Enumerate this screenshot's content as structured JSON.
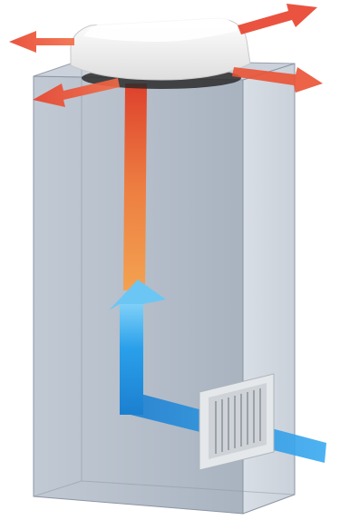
{
  "figure": {
    "subject": "enclosure-roof-fan-ventilation",
    "components": [
      "cabinet",
      "roof-fan",
      "filter-grille"
    ],
    "flows": {
      "intake": {
        "color": "#1e88d8",
        "color_light": "#7fd0f8",
        "meaning": "cool-air-in"
      },
      "exhaust": {
        "color": "#e8402a",
        "color_light": "#f6a04a",
        "meaning": "warm-air-out"
      }
    },
    "colors": {
      "cabinet_front": "#a9b4c2",
      "cabinet_side": "#c2cad6",
      "cabinet_edge": "#8c96a4",
      "fan_housing": "#f3f3f3",
      "grille": "#dcdfe3"
    }
  }
}
